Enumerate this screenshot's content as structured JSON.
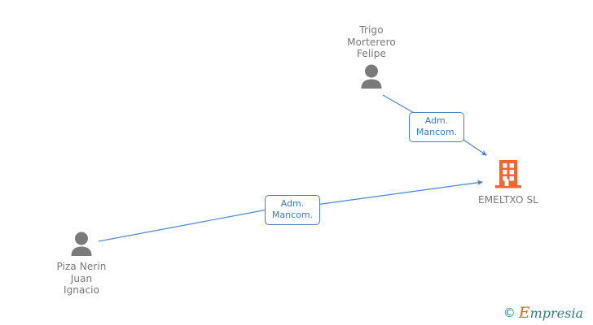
{
  "diagram": {
    "title": "EMELTXO SL corporate relations chart",
    "background_color": "#ffffff",
    "person_icon_color": "#7a7a7a",
    "company_icon_color": "#fa6432",
    "edge_color": "#4a86d8",
    "label_text_color": "#787878",
    "relation_box_border_color": "#4a7ebb",
    "relation_box_text_color": "#3a7acf"
  },
  "nodes": {
    "person_top": {
      "name": "Trigo\nMorterero\nFelipe",
      "icon": "person-icon"
    },
    "person_bottom": {
      "name": "Piza Nerin\nJuan\nIgnacio",
      "icon": "person-icon"
    },
    "company": {
      "name": "EMELTXO SL",
      "icon": "company-building-icon"
    }
  },
  "relations": [
    {
      "id": "rel-top",
      "label": "Adm.\nMancom.",
      "from": "person_top",
      "to": "company"
    },
    {
      "id": "rel-bottom",
      "label": "Adm.\nMancom.",
      "from": "person_bottom",
      "to": "company"
    }
  ],
  "watermark": {
    "copyright": "©",
    "brand_initial": "E",
    "brand_rest": "mpresia"
  }
}
